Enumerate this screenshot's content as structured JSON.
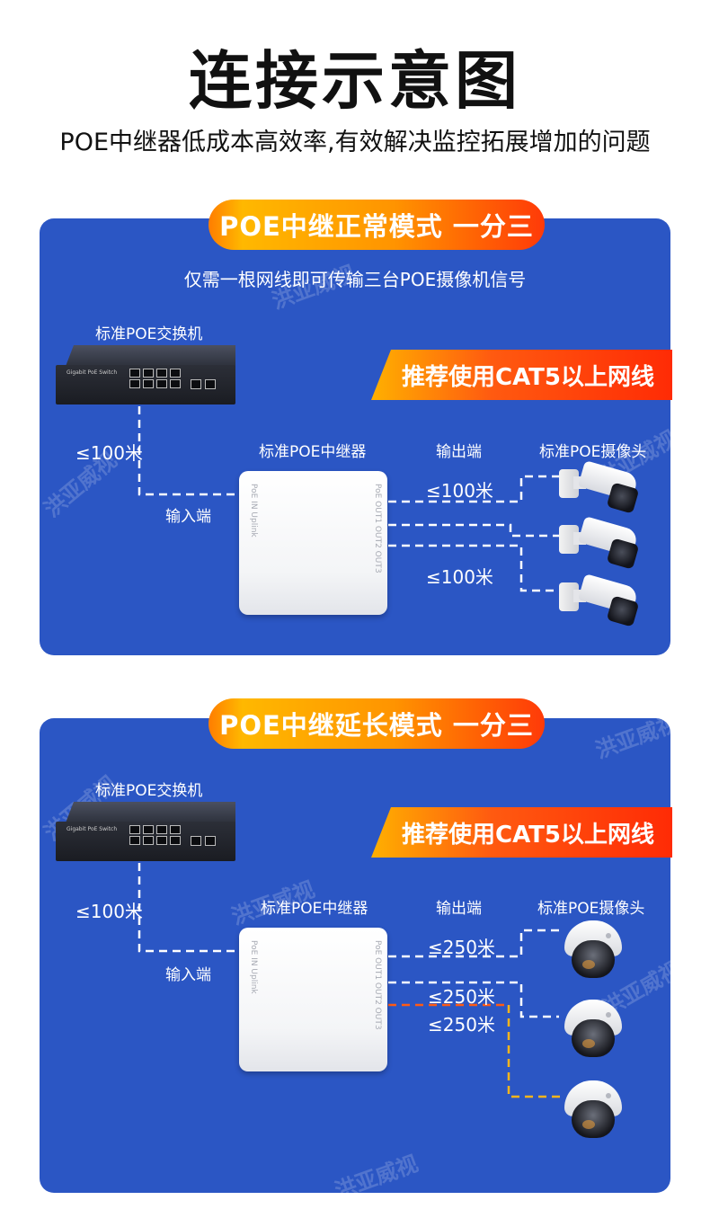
{
  "header": {
    "title": "连接示意图",
    "subtitle": "POE中继器低成本高效率,有效解决监控拓展增加的问题"
  },
  "watermark": "洪亚威视",
  "colors": {
    "panel": "#2b56c4",
    "wire": "#ffffff",
    "wire_orange": "#ff5a14",
    "wire_yellow": "#f7b51d"
  },
  "section1": {
    "pill": "POE中继正常模式 一分三",
    "description": "仅需一根网线即可传输三台POE摄像机信号",
    "switch_label": "标准POE交换机",
    "switch_brand": "Gigabit PoE Switch",
    "banner": "推荐使用CAT5以上网线",
    "distance_input": "≤100米",
    "repeater_label": "标准POE中继器",
    "repeater_input_label": "输入端",
    "output_label": "输出端",
    "camera_label": "标准POE摄像头",
    "distance_out_top": "≤100米",
    "distance_out_bottom": "≤100米",
    "repeater_port_in": "PoE IN Uplink",
    "repeater_port_out": "PoE OUT1 OUT2 OUT3"
  },
  "section2": {
    "pill": "POE中继延长模式 一分三",
    "switch_label": "标准POE交换机",
    "switch_brand": "Gigabit PoE Switch",
    "banner": "推荐使用CAT5以上网线",
    "distance_input": "≤100米",
    "repeater_label": "标准POE中继器",
    "repeater_input_label": "输入端",
    "output_label": "输出端",
    "camera_label": "标准POE摄像头",
    "distance_out_1": "≤250米",
    "distance_out_2": "≤250米",
    "distance_out_3": "≤250米",
    "repeater_port_in": "PoE IN Uplink",
    "repeater_port_out": "PoE OUT1 OUT2 OUT3"
  }
}
